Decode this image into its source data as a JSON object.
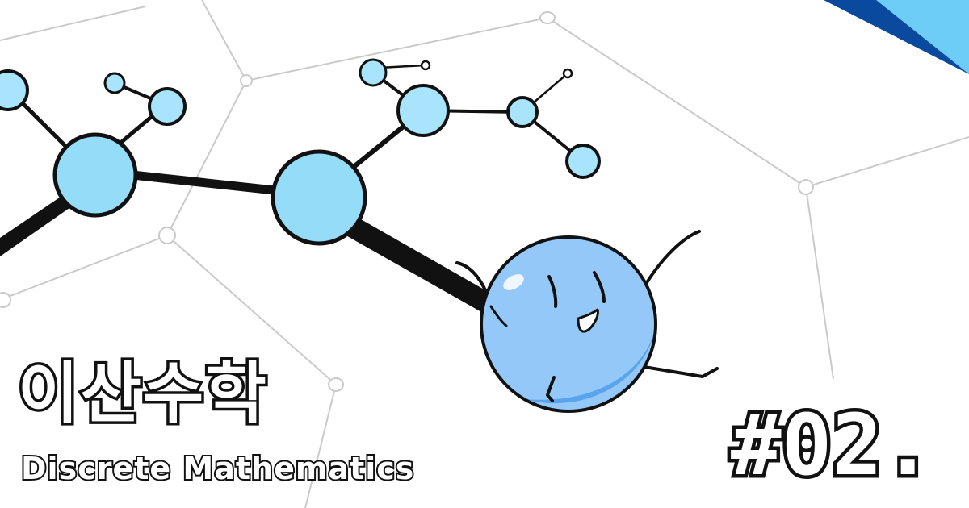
{
  "title_korean": "이산수학",
  "title_english": "Discrete Mathematics",
  "episode_number": "#02.",
  "illustration": {
    "subject": "molecule-mascot",
    "colors": {
      "atom_fill": "#a8e4fb",
      "atom_fill_large": "#94dcf8",
      "mascot_fill": "#94c8f8",
      "mascot_shadow": "#5aa4ee",
      "outline": "#111111",
      "network_line": "#c8c8c8",
      "corner_dark": "#0a4a9e",
      "corner_light": "#6ecdf7"
    }
  }
}
